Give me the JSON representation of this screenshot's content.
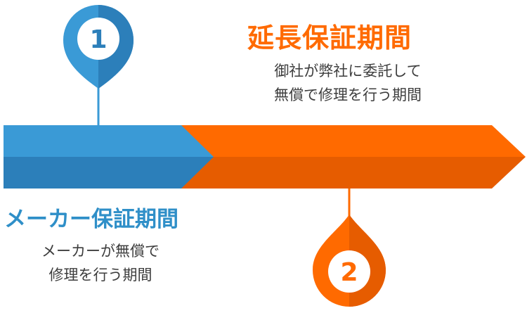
{
  "extended": {
    "marker_number": "1",
    "title": "延長保証期間",
    "description_lines": [
      "御社が弊社に委託して",
      "無償で修理を行う期間"
    ]
  },
  "manufacturer": {
    "marker_number": "2",
    "title": "メーカー保証期間",
    "description_lines": [
      "メーカーが無償で",
      "修理を行う期間"
    ]
  },
  "colors": {
    "blue_light": "#3a9ad6",
    "blue_dark": "#2c7fba",
    "orange_light": "#ff6a00",
    "orange_dark": "#e65c00",
    "text_dark": "#3d3d3d"
  }
}
